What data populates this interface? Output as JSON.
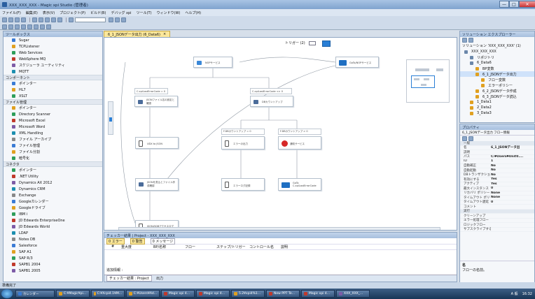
{
  "window": {
    "title": "XXX_XXX_XXX - Magic xpi Studio (管理者)",
    "min": "—",
    "max": "□",
    "close": "✕"
  },
  "menu": [
    "ファイル(F)",
    "編集(E)",
    "表示(V)",
    "プロジェクト(P)",
    "ビルド(B)",
    "デバッグ xpi",
    "ツール(T)",
    "ウィンドウ(W)",
    "ヘルプ(H)"
  ],
  "toolbox": {
    "title": "ツールボックス",
    "items_top": [
      "Sugar",
      "TCPListener",
      "Web Services",
      "WebSphere MQ",
      "スケジューラ ユーティリティ",
      "MQTT"
    ],
    "categories": [
      {
        "name": "コンポーネント",
        "items": [
          "ポインター",
          "HL7",
          "XSLT"
        ]
      },
      {
        "name": "ファイル管理",
        "items": [
          "ポインター",
          "Directory Scanner",
          "Microsoft Excel",
          "Microsoft Word",
          "XML Handling",
          "ファイル アーカイブ",
          "ファイル管理",
          "ファイル分割",
          "暗号化"
        ]
      },
      {
        "name": "コネクタ",
        "items": [
          "ポインター",
          ".NET Utility",
          "Dynamics AX 2012",
          "Dynamics CRM",
          "Exchange",
          "Googleカレンダー",
          "Googleドライブ",
          "IBM i",
          "JD Edwards EnterpriseOne",
          "JD Edwards World",
          "LDAP",
          "Notes DB",
          "Salesforce",
          "SAP A1",
          "SAP R/3",
          "SAPB1 2004",
          "SAPB1 2005"
        ]
      }
    ]
  },
  "doc_tab": "6_1_JSONデータ出力 (6_Data6)",
  "flow": {
    "trigger_label": "トリガー (2)",
    "nodes": {
      "nop1": "NOPサービス",
      "goto1": "GoTo/NOPサービス",
      "c1_hdr": "C.xpiLastErrorCode = 0",
      "json_file": "JSONファイル名の設定と確認",
      "c2_hdr": "C.xpiLastErrorCode <> 0",
      "db_count": "DBカウントアップ",
      "p1_hdr": "F.DBカウントアップ = 0",
      "p2_hdr": "F.DBカウントアップ > 0",
      "err_out": "エラーの出力",
      "notify": "通知サービス",
      "udx": "UDX to JSON",
      "json_write": "JSONを書込とファイル作成確認",
      "err_log": "エラーログ記録",
      "goto2": "GoTo C.xpiLastErrorCode",
      "json_out": "JSONのDBアクセスログ"
    }
  },
  "checker": {
    "title": "チェッカー結果 | Project - XXX_XXX_XXX",
    "errors": "0 エラー",
    "warnings": "0 警告",
    "messages": "0 メッセージ",
    "columns": [
      "#",
      "重大度",
      "BP/名称",
      "フロー",
      "ステップ/トリガー",
      "コントロール名",
      "説明"
    ],
    "status_hint": "追加情報 :",
    "tabs": [
      "チェッカー結果 : Project",
      "出力"
    ]
  },
  "solution": {
    "title": "ソリューション エクスプローラー",
    "root": "ソリューション 'XXX_XXX_XXX' (1)",
    "items": [
      "XXX_XXX_XXX",
      "リポジトリ",
      "6_Data6",
      "BP変数",
      "6_1_JSONデータ出力",
      "フロー変数",
      "エラーポリシー",
      "6_2_JSONデータ作成",
      "6_3_JSONデータ読込",
      "1_Data1",
      "2_Data2",
      "3_Data3"
    ]
  },
  "properties": {
    "title": "プロパティ",
    "subject": "6_1_JSONデータ出力 フロー情報",
    "rows": [
      {
        "k": "一般",
        "v": ""
      },
      {
        "k": "名",
        "v": "6_1_JSONデータ出"
      },
      {
        "k": "説明",
        "v": ""
      },
      {
        "k": "パス",
        "v": "C:¥Users¥Unit0...."
      },
      {
        "k": "ID",
        "v": "1"
      },
      {
        "k": "自動補正",
        "v": "No"
      },
      {
        "k": "自動起動",
        "v": "No"
      },
      {
        "k": "DBトランザクション",
        "v": "No"
      },
      {
        "k": "有効にする",
        "v": "Yes"
      },
      {
        "k": "アクティブ",
        "v": "Yes"
      },
      {
        "k": "最大インスタンス",
        "v": "0"
      },
      {
        "k": "リカバリ ポリシー",
        "v": "None"
      },
      {
        "k": "タイムアウト ポリ",
        "v": "None"
      },
      {
        "k": "タイムアウト遅延",
        "v": "0"
      },
      {
        "k": "コメント",
        "v": ""
      },
      {
        "k": "実行",
        "v": ""
      },
      {
        "k": "クリーンアップ",
        "v": ""
      },
      {
        "k": "エラー処理フロー",
        "v": ""
      },
      {
        "k": "ロジックフロー",
        "v": ""
      },
      {
        "k": "サブスクライブする",
        "v": ""
      }
    ],
    "footer_name": "名",
    "footer_desc": "フローの名前。"
  },
  "status": "準備完了",
  "taskbar": {
    "tasks": [
      "カレンダー",
      "C:¥Magic¥pi...",
      "C:¥Xcpi4.1¥M...",
      "C:¥Users¥Ad...",
      "Magic xpi 4...",
      "Magic xpi 4...",
      "5.2¥xpi4%1...",
      "New PPT Te...",
      "Magic xpi 4...",
      "XXX_XXX_..."
    ],
    "clock": "16:32",
    "ime": "A 般"
  }
}
